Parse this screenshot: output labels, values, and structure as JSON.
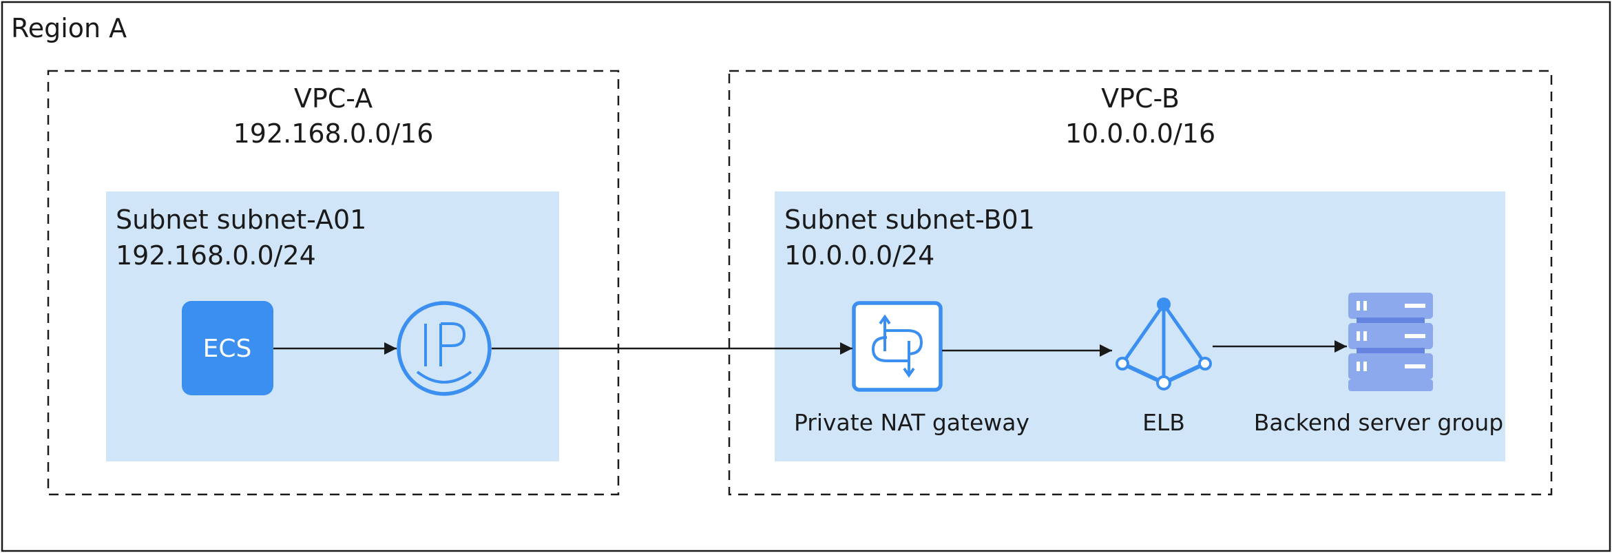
{
  "region": {
    "title": "Region A"
  },
  "vpc_a": {
    "name": "VPC-A",
    "cidr": "192.168.0.0/16",
    "subnet": {
      "name": "Subnet subnet-A01",
      "cidr": "192.168.0.0/24"
    },
    "ecs": {
      "label": "ECS",
      "icon": "ecs-icon"
    },
    "eip": {
      "icon": "ip-icon",
      "glyph": "IP"
    }
  },
  "vpc_b": {
    "name": "VPC-B",
    "cidr": "10.0.0.0/16",
    "subnet": {
      "name": "Subnet subnet-B01",
      "cidr": "10.0.0.0/24"
    },
    "nat": {
      "label": "Private NAT gateway",
      "icon": "nat-gateway-icon"
    },
    "elb": {
      "label": "ELB",
      "icon": "elb-icon"
    },
    "servers": {
      "label": "Backend server group",
      "icon": "server-group-icon"
    }
  },
  "colors": {
    "subnet_fill": "#d1e5f9",
    "icon_blue": "#3b8ff0",
    "server_blue": "#8da9ee",
    "server_dark": "#6584df",
    "arrow": "#1a1a1a"
  }
}
